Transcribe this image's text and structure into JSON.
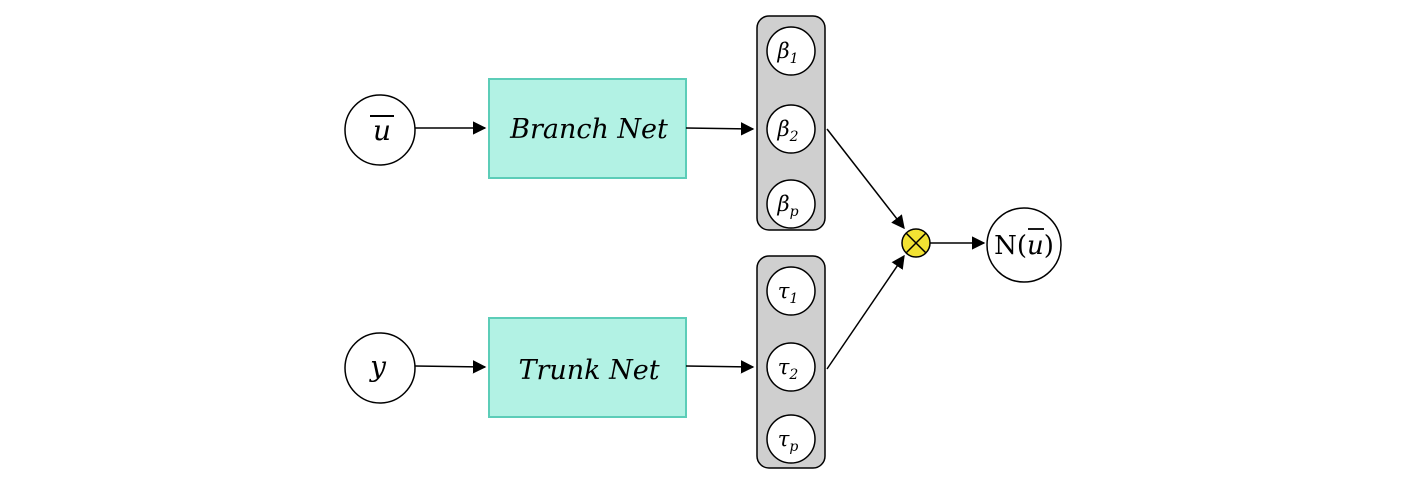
{
  "inputs": {
    "u": {
      "symbol": "u"
    },
    "y": {
      "symbol": "y"
    }
  },
  "networks": {
    "branch": {
      "label": "Branch Net"
    },
    "trunk": {
      "label": "Trunk Net"
    }
  },
  "branch_outputs": [
    {
      "base": "β",
      "sub": "1"
    },
    {
      "base": "β",
      "sub": "2"
    },
    {
      "base": "β",
      "sub": "p"
    }
  ],
  "trunk_outputs": [
    {
      "base": "τ",
      "sub": "1"
    },
    {
      "base": "τ",
      "sub": "2"
    },
    {
      "base": "τ",
      "sub": "p"
    }
  ],
  "combine": {
    "symbol": "⊗",
    "color": "#f2e233"
  },
  "output": {
    "prefix": "N(",
    "arg": "u",
    "suffix": ")"
  },
  "colors": {
    "net_fill": "#b2f2e4",
    "net_stroke": "#5ccdb8",
    "stack_fill": "#cfcfcf",
    "stroke": "#000000"
  }
}
